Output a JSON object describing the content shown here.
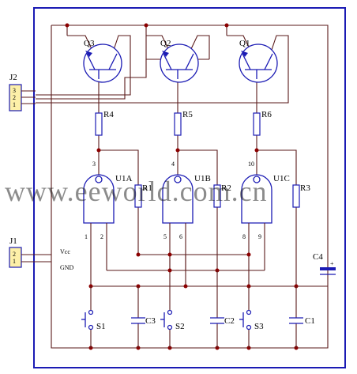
{
  "transistors": [
    {
      "ref": "Q3"
    },
    {
      "ref": "Q2"
    },
    {
      "ref": "Q1"
    }
  ],
  "resistors_top": [
    "R4",
    "R5",
    "R6"
  ],
  "gates": [
    {
      "ref": "U1A",
      "out_pin": "3",
      "in_pins": [
        "1",
        "2"
      ],
      "res": "R1",
      "cap": "C3",
      "sw": "S1"
    },
    {
      "ref": "U1B",
      "out_pin": "4",
      "in_pins": [
        "5",
        "6"
      ],
      "res": "R2",
      "cap": "C2",
      "sw": "S2"
    },
    {
      "ref": "U1C",
      "out_pin": "10",
      "in_pins": [
        "8",
        "9"
      ],
      "res": "R3",
      "cap": "C1",
      "sw": "S3"
    }
  ],
  "connectors": {
    "j2": {
      "ref": "J2",
      "pins": [
        "3",
        "2",
        "1"
      ]
    },
    "j1": {
      "ref": "J1",
      "pins": [
        "2",
        "1"
      ]
    }
  },
  "net_labels": {
    "vcc": "Vcc",
    "gnd": "GND"
  },
  "capacitor_main": {
    "ref": "C4",
    "polarity": "+"
  },
  "watermark": "www.eeworld.com.cn"
}
